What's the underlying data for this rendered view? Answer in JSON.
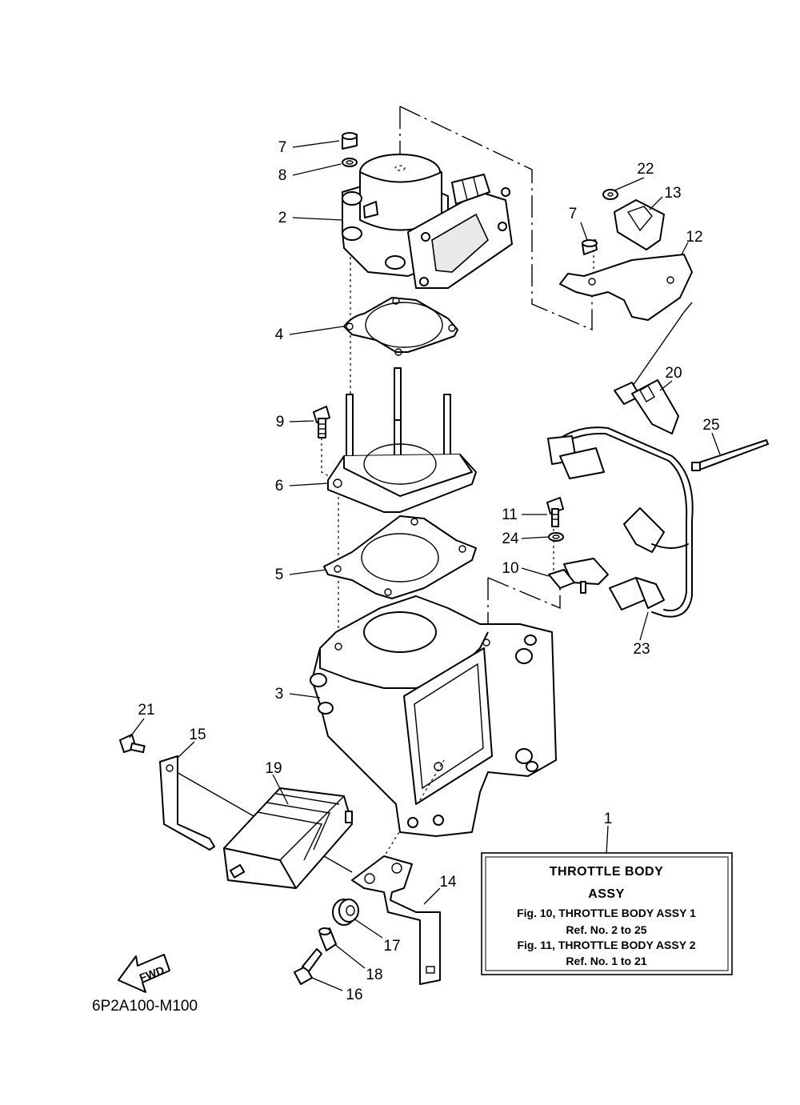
{
  "callouts": [
    "1",
    "2",
    "3",
    "4",
    "5",
    "6",
    "7",
    "8",
    "9",
    "10",
    "11",
    "12",
    "13",
    "14",
    "15",
    "16",
    "17",
    "18",
    "19",
    "20",
    "21",
    "22",
    "23",
    "24",
    "25"
  ],
  "note_box": {
    "title1": "THROTTLE BODY",
    "title2": "ASSY",
    "line1": "Fig. 10, THROTTLE  BODY ASSY 1",
    "line2": "Ref. No. 2 to 25",
    "line3": "Fig. 11, THROTTLE  BODY ASSY 2",
    "line4": "Ref. No. 1 to 21"
  },
  "fwd_label": "FWD",
  "drawing_ref": "6P2A100-M100"
}
